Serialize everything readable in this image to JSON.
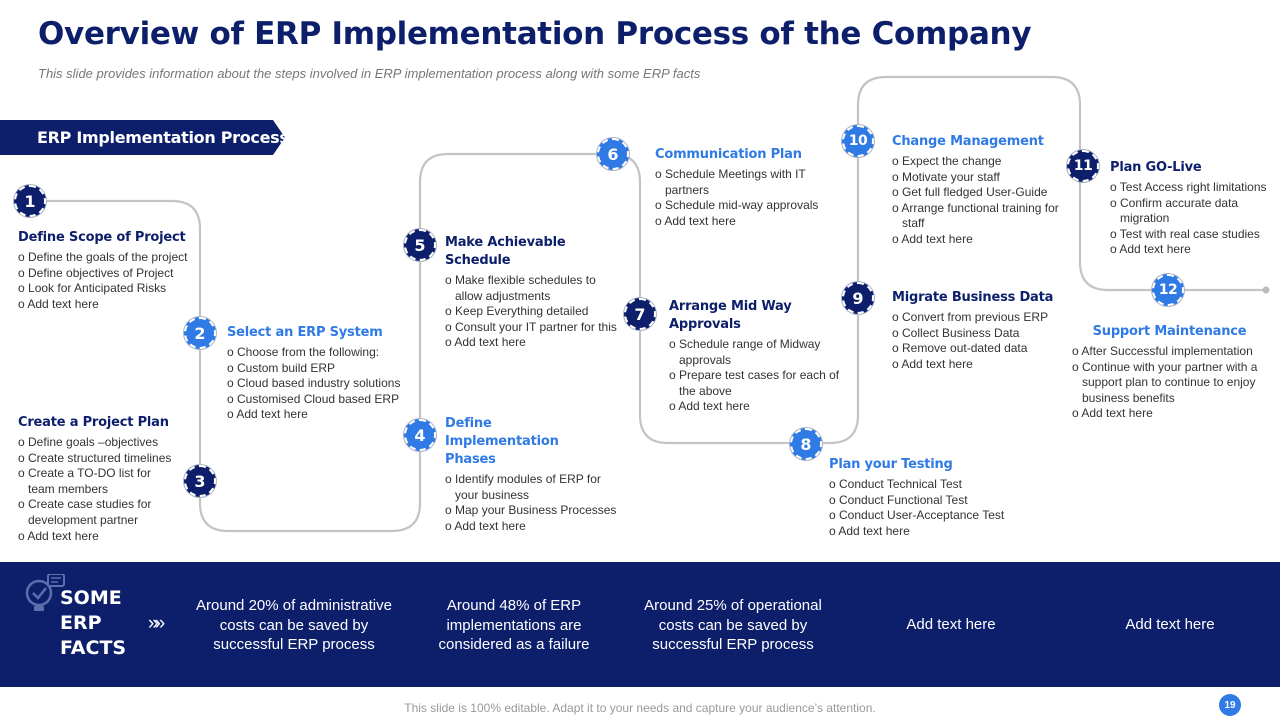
{
  "title": "Overview of ERP Implementation Process of the Company",
  "subtitle": "This slide provides information about the steps involved  in ERP implementation process along with some ERP facts",
  "section_label": "ERP Implementation Process",
  "steps": [
    {
      "num": "1",
      "title": "Define Scope of Project",
      "items": [
        "Define the goals of the project",
        "Define objectives of Project",
        "Look for Anticipated Risks",
        "Add text here"
      ]
    },
    {
      "num": "2",
      "title": "Select an ERP System",
      "items": [
        "Choose from the following:",
        "Custom build ERP",
        "Cloud based industry solutions",
        "Customised Cloud based ERP",
        "Add text here"
      ]
    },
    {
      "num": "3",
      "title": "Create a Project Plan",
      "items": [
        "Define goals –objectives",
        "Create structured timelines",
        "Create a TO-DO list for team members",
        "Create case studies for development partner",
        "Add text here"
      ]
    },
    {
      "num": "4",
      "title": "Define Implementation Phases",
      "items": [
        "Identify modules of ERP for your business",
        "Map your Business Processes",
        "Add text here"
      ]
    },
    {
      "num": "5",
      "title": "Make Achievable Schedule",
      "items": [
        "Make flexible schedules to allow adjustments",
        "Keep Everything detailed",
        "Consult your IT partner for this",
        "Add text here"
      ]
    },
    {
      "num": "6",
      "title": "Communication Plan",
      "items": [
        "Schedule Meetings with IT partners",
        "Schedule mid-way approvals",
        "Add text here"
      ]
    },
    {
      "num": "7",
      "title": "Arrange Mid Way Approvals",
      "items": [
        "Schedule range of Midway approvals",
        "Prepare test cases for each of the above",
        "Add text here"
      ]
    },
    {
      "num": "8",
      "title": "Plan your Testing",
      "items": [
        "Conduct Technical Test",
        "Conduct Functional Test",
        "Conduct User-Acceptance Test",
        "Add text here"
      ]
    },
    {
      "num": "9",
      "title": "Migrate Business Data",
      "items": [
        "Convert from previous ERP",
        "Collect Business Data",
        "Remove out-dated data",
        "Add text here"
      ]
    },
    {
      "num": "10",
      "title": "Change Management",
      "items": [
        "Expect the change",
        "Motivate  your staff",
        "Get full fledged User-Guide",
        "Arrange functional training for staff",
        "Add text here"
      ]
    },
    {
      "num": "11",
      "title": "Plan GO-Live",
      "items": [
        "Test Access right limitations",
        "Confirm accurate data migration",
        "Test with real case studies",
        "Add text here"
      ]
    },
    {
      "num": "12",
      "title": "Support Maintenance",
      "items": [
        "After  Successful implementation",
        "Continue with your partner with a support plan to continue to enjoy business benefits",
        "Add text here"
      ]
    }
  ],
  "facts": {
    "heading_lines": [
      "SOME",
      "ERP",
      "FACTS"
    ],
    "arrows": "»»",
    "items": [
      "Around 20% of administrative costs can be saved by successful ERP process",
      "Around 48% of ERP implementations are considered as a failure",
      "Around 25% of operational costs can be saved by successful ERP process",
      "Add text here",
      "Add text here"
    ]
  },
  "footer": "This slide is 100% editable. Adapt it to your needs and capture your audience’s attention.",
  "page_number": "19",
  "colors": {
    "dark": "#0d1f6b",
    "accent": "#2f7ae5",
    "path": "#c4c4c4"
  },
  "icons": {
    "facts": "lightbulb-check-icon"
  }
}
